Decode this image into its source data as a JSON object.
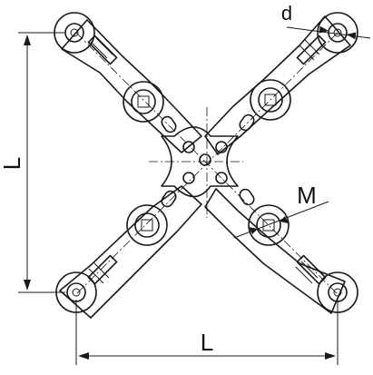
{
  "labels": {
    "dim_vertical": "L",
    "dim_horizontal": "L",
    "dim_diameter": "d",
    "dim_bolt": "M"
  }
}
